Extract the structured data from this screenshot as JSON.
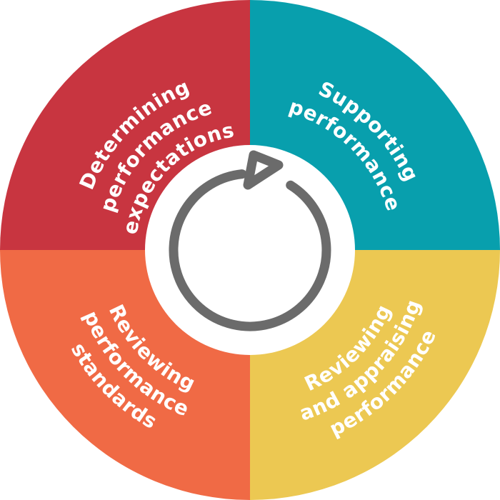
{
  "diagram": {
    "type": "performance-management-cycle",
    "background_color": "#ffffff",
    "text_color": "#ffffff",
    "center": {
      "icon": "clockwise-cycle-arrow-icon",
      "icon_color": "#6b6b6b",
      "circle_color": "#ffffff"
    },
    "segments": [
      {
        "position": "top-left",
        "color": "#c83540",
        "lines": [
          "Determining",
          "performance",
          "expectations"
        ]
      },
      {
        "position": "top-right",
        "color": "#089fad",
        "lines": [
          "Supporting",
          "performance"
        ]
      },
      {
        "position": "bottom-right",
        "color": "#ecc852",
        "lines": [
          "Reviewing",
          "and appraising",
          "performance"
        ]
      },
      {
        "position": "bottom-left",
        "color": "#f06a45",
        "lines": [
          "Reviewing",
          "performance",
          "standards"
        ]
      }
    ]
  }
}
